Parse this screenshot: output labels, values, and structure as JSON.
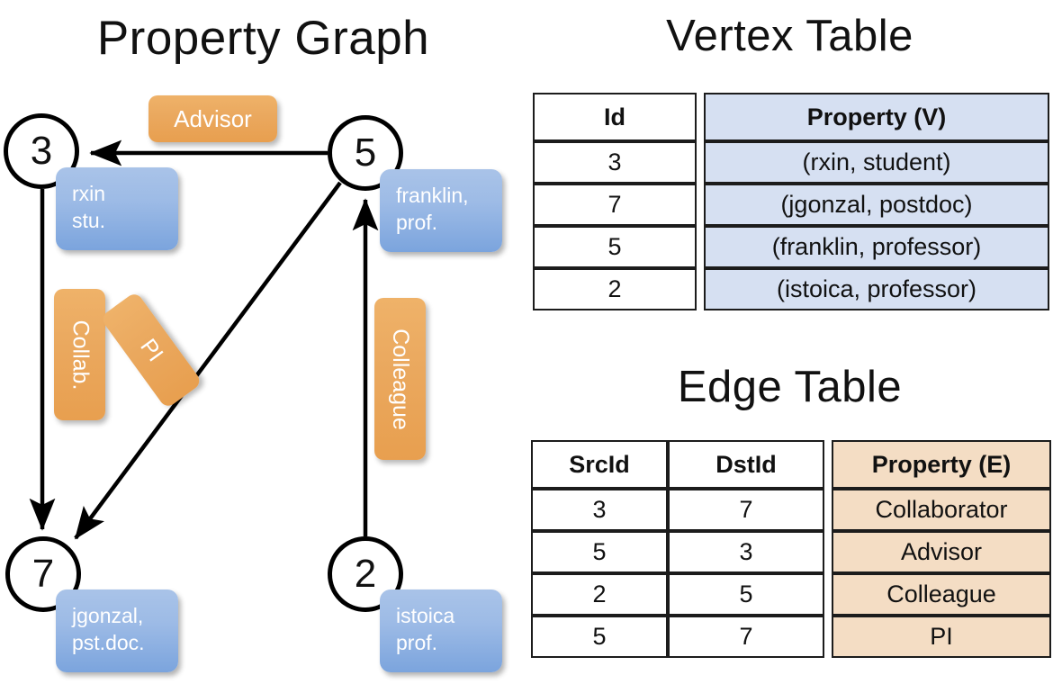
{
  "titles": {
    "property_graph": "Property Graph",
    "vertex_table": "Vertex Table",
    "edge_table": "Edge Table"
  },
  "graph": {
    "nodes": [
      {
        "id": "3",
        "name": "node-3",
        "property_line1": "rxin",
        "property_line2": "stu."
      },
      {
        "id": "5",
        "name": "node-5",
        "property_line1": "franklin,",
        "property_line2": "prof."
      },
      {
        "id": "7",
        "name": "node-7",
        "property_line1": "jgonzal,",
        "property_line2": "pst.doc."
      },
      {
        "id": "2",
        "name": "node-2",
        "property_line1": "istoica",
        "property_line2": "prof."
      }
    ],
    "edge_labels": {
      "advisor": "Advisor",
      "collab": "Collab.",
      "pi": "PI",
      "colleague": "Colleague"
    },
    "edges": [
      {
        "src": "5",
        "dst": "3",
        "label": "Advisor"
      },
      {
        "src": "3",
        "dst": "7",
        "label": "Collab."
      },
      {
        "src": "5",
        "dst": "7",
        "label": "PI"
      },
      {
        "src": "2",
        "dst": "5",
        "label": "Colleague"
      }
    ]
  },
  "vertex_table": {
    "headers": [
      "Id",
      "Property (V)"
    ],
    "rows": [
      {
        "id": "3",
        "property": "(rxin, student)"
      },
      {
        "id": "7",
        "property": "(jgonzal, postdoc)"
      },
      {
        "id": "5",
        "property": "(franklin, professor)"
      },
      {
        "id": "2",
        "property": "(istoica, professor)"
      }
    ]
  },
  "edge_table": {
    "headers": [
      "SrcId",
      "DstId",
      "Property (E)"
    ],
    "rows": [
      {
        "src": "3",
        "dst": "7",
        "property": "Collaborator"
      },
      {
        "src": "5",
        "dst": "3",
        "property": "Advisor"
      },
      {
        "src": "2",
        "dst": "5",
        "property": "Colleague"
      },
      {
        "src": "5",
        "dst": "7",
        "property": "PI"
      }
    ]
  },
  "colors": {
    "vertex_property_fill": "#d6e0f2",
    "edge_property_fill": "#f4ddc4",
    "node_box_blue": "#8fb2e3",
    "edge_label_orange": "#eaa85e",
    "stroke": "#1c1c1c",
    "background": "#ffffff"
  }
}
